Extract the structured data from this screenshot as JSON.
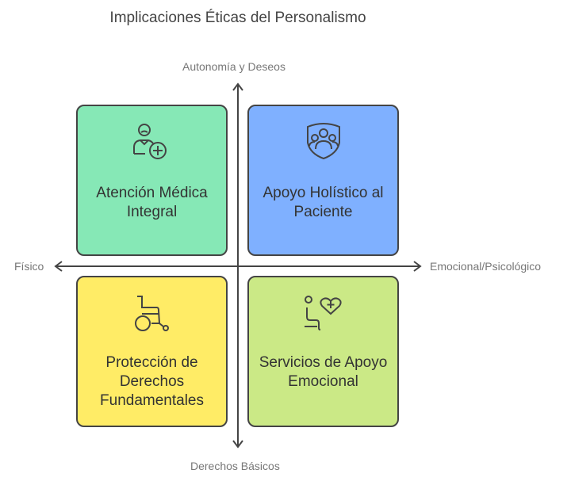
{
  "title": "Implicaciones Éticas del Personalismo",
  "axes": {
    "top": "Autonomía y Deseos",
    "bottom": "Derechos Básicos",
    "left": "Físico",
    "right": "Emocional/Psicológico"
  },
  "quadrants": [
    {
      "label": "Atención Médica Integral",
      "icon": "doctor-plus-icon",
      "color": "#86E8B6"
    },
    {
      "label": "Apoyo Holístico al Paciente",
      "icon": "shield-group-icon",
      "color": "#7FB0FF"
    },
    {
      "label": "Protección de Derechos Fundamentales",
      "icon": "wheelchair-icon",
      "color": "#FFEC66"
    },
    {
      "label": "Servicios de Apoyo Emocional",
      "icon": "seated-heart-icon",
      "color": "#CBE986"
    }
  ]
}
